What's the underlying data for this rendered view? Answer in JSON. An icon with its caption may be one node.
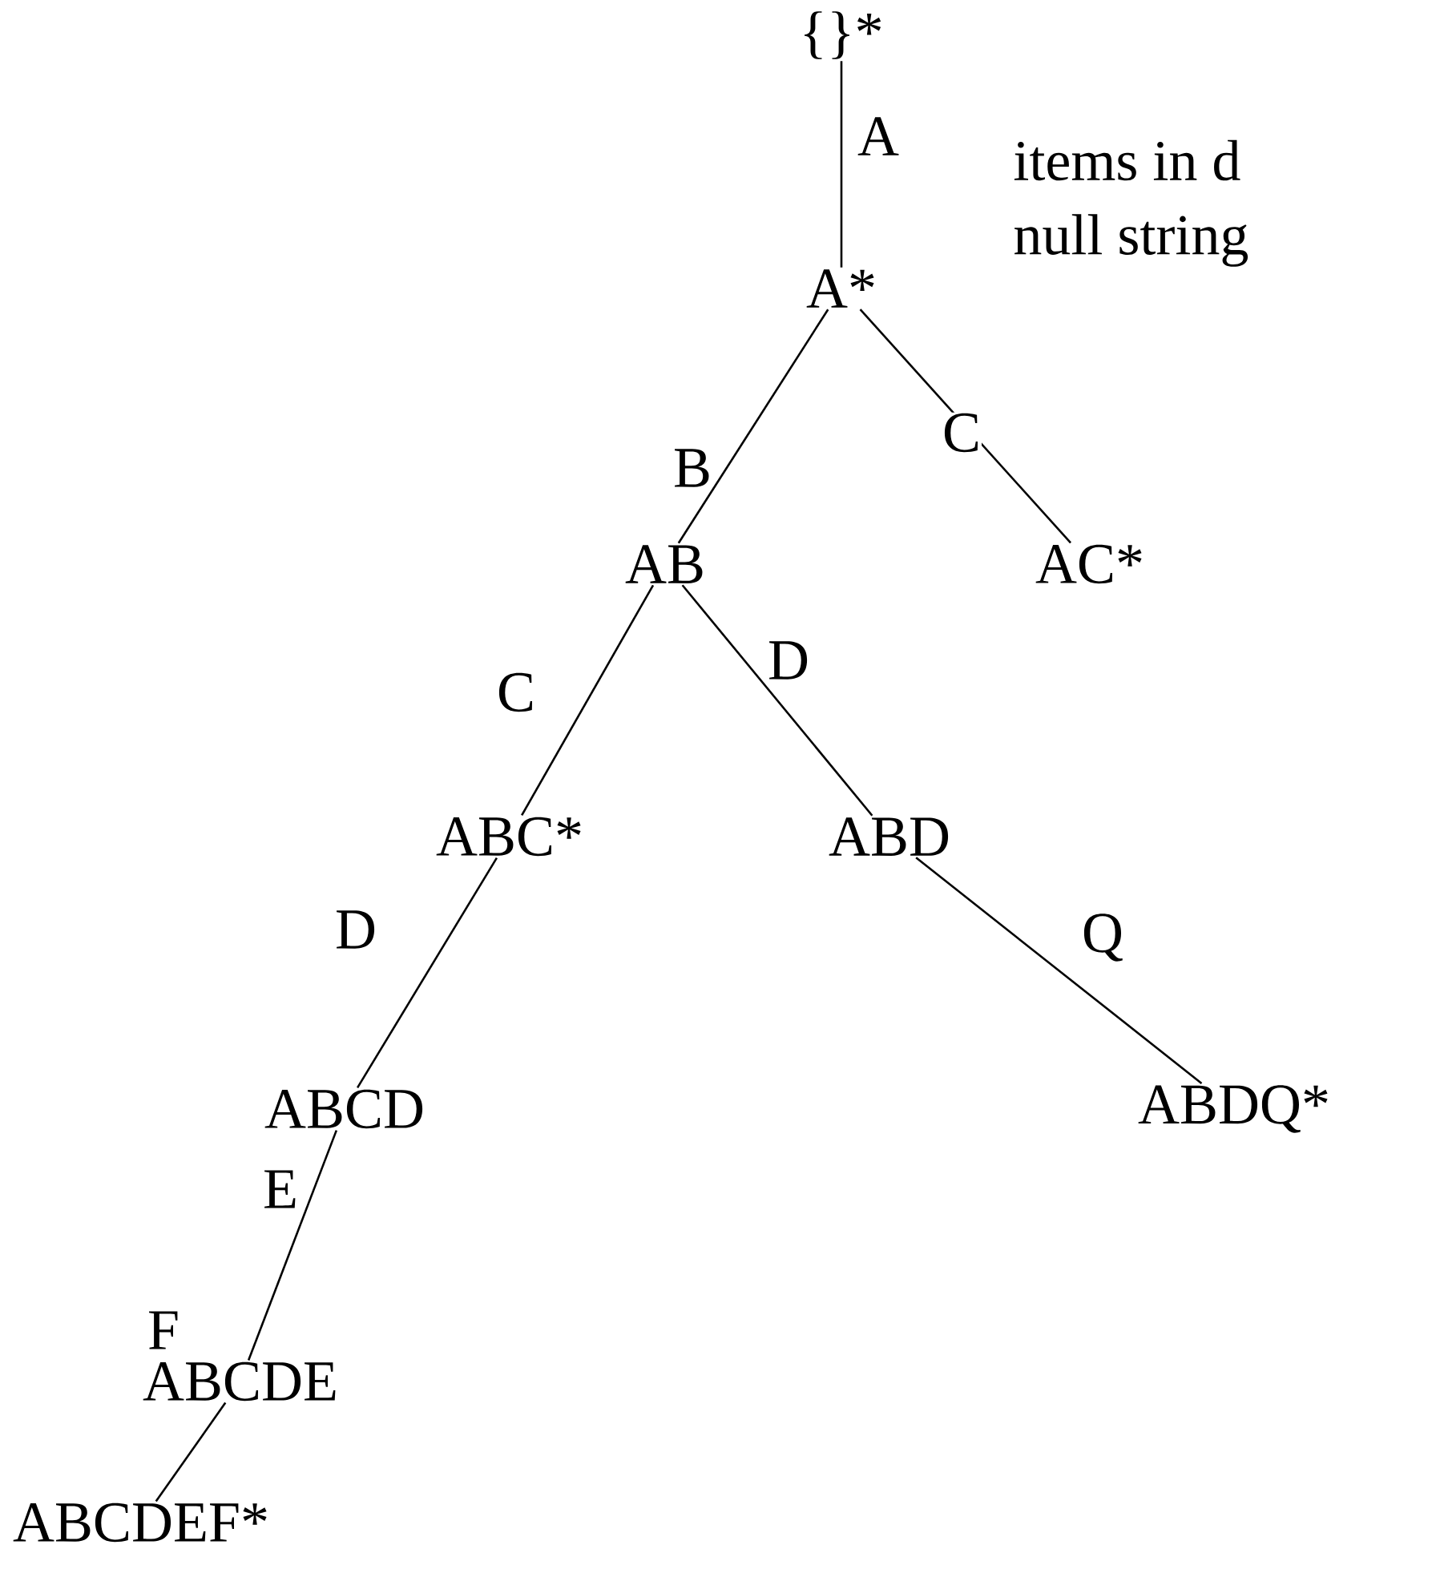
{
  "diagram": {
    "nodes": [
      {
        "text": [
          "{}*"
        ]
      },
      {
        "text": [
          "A*"
        ]
      },
      {
        "text": [
          "AB"
        ]
      },
      {
        "text": [
          "AC*"
        ]
      },
      {
        "text": [
          "ABC*"
        ]
      },
      {
        "text": [
          "ABD"
        ]
      },
      {
        "text": [
          "ABCD"
        ]
      },
      {
        "text": [
          "ABDQ*"
        ]
      },
      {
        "text": [
          "ABCDE"
        ]
      },
      {
        "text": [
          "ABCDEF*"
        ]
      }
    ],
    "edges": [
      {
        "from": 0,
        "to": 1,
        "arrow": "none",
        "label": "A"
      },
      {
        "from": 1,
        "to": 2,
        "arrow": "none",
        "label": "B"
      },
      {
        "from": 1,
        "to": 3,
        "arrow": "none",
        "label": "C"
      },
      {
        "from": 2,
        "to": 4,
        "arrow": "none",
        "label": "C"
      },
      {
        "from": 2,
        "to": 5,
        "arrow": "none",
        "label": "D"
      },
      {
        "from": 4,
        "to": 6,
        "arrow": "none",
        "label": "D"
      },
      {
        "from": 5,
        "to": 7,
        "arrow": "none",
        "label": "Q"
      },
      {
        "from": 6,
        "to": 8,
        "arrow": "none",
        "label": "E"
      },
      {
        "from": 8,
        "to": 9,
        "arrow": "none",
        "label": "F"
      }
    ],
    "labels": [
      "items in d",
      "null string"
    ]
  }
}
